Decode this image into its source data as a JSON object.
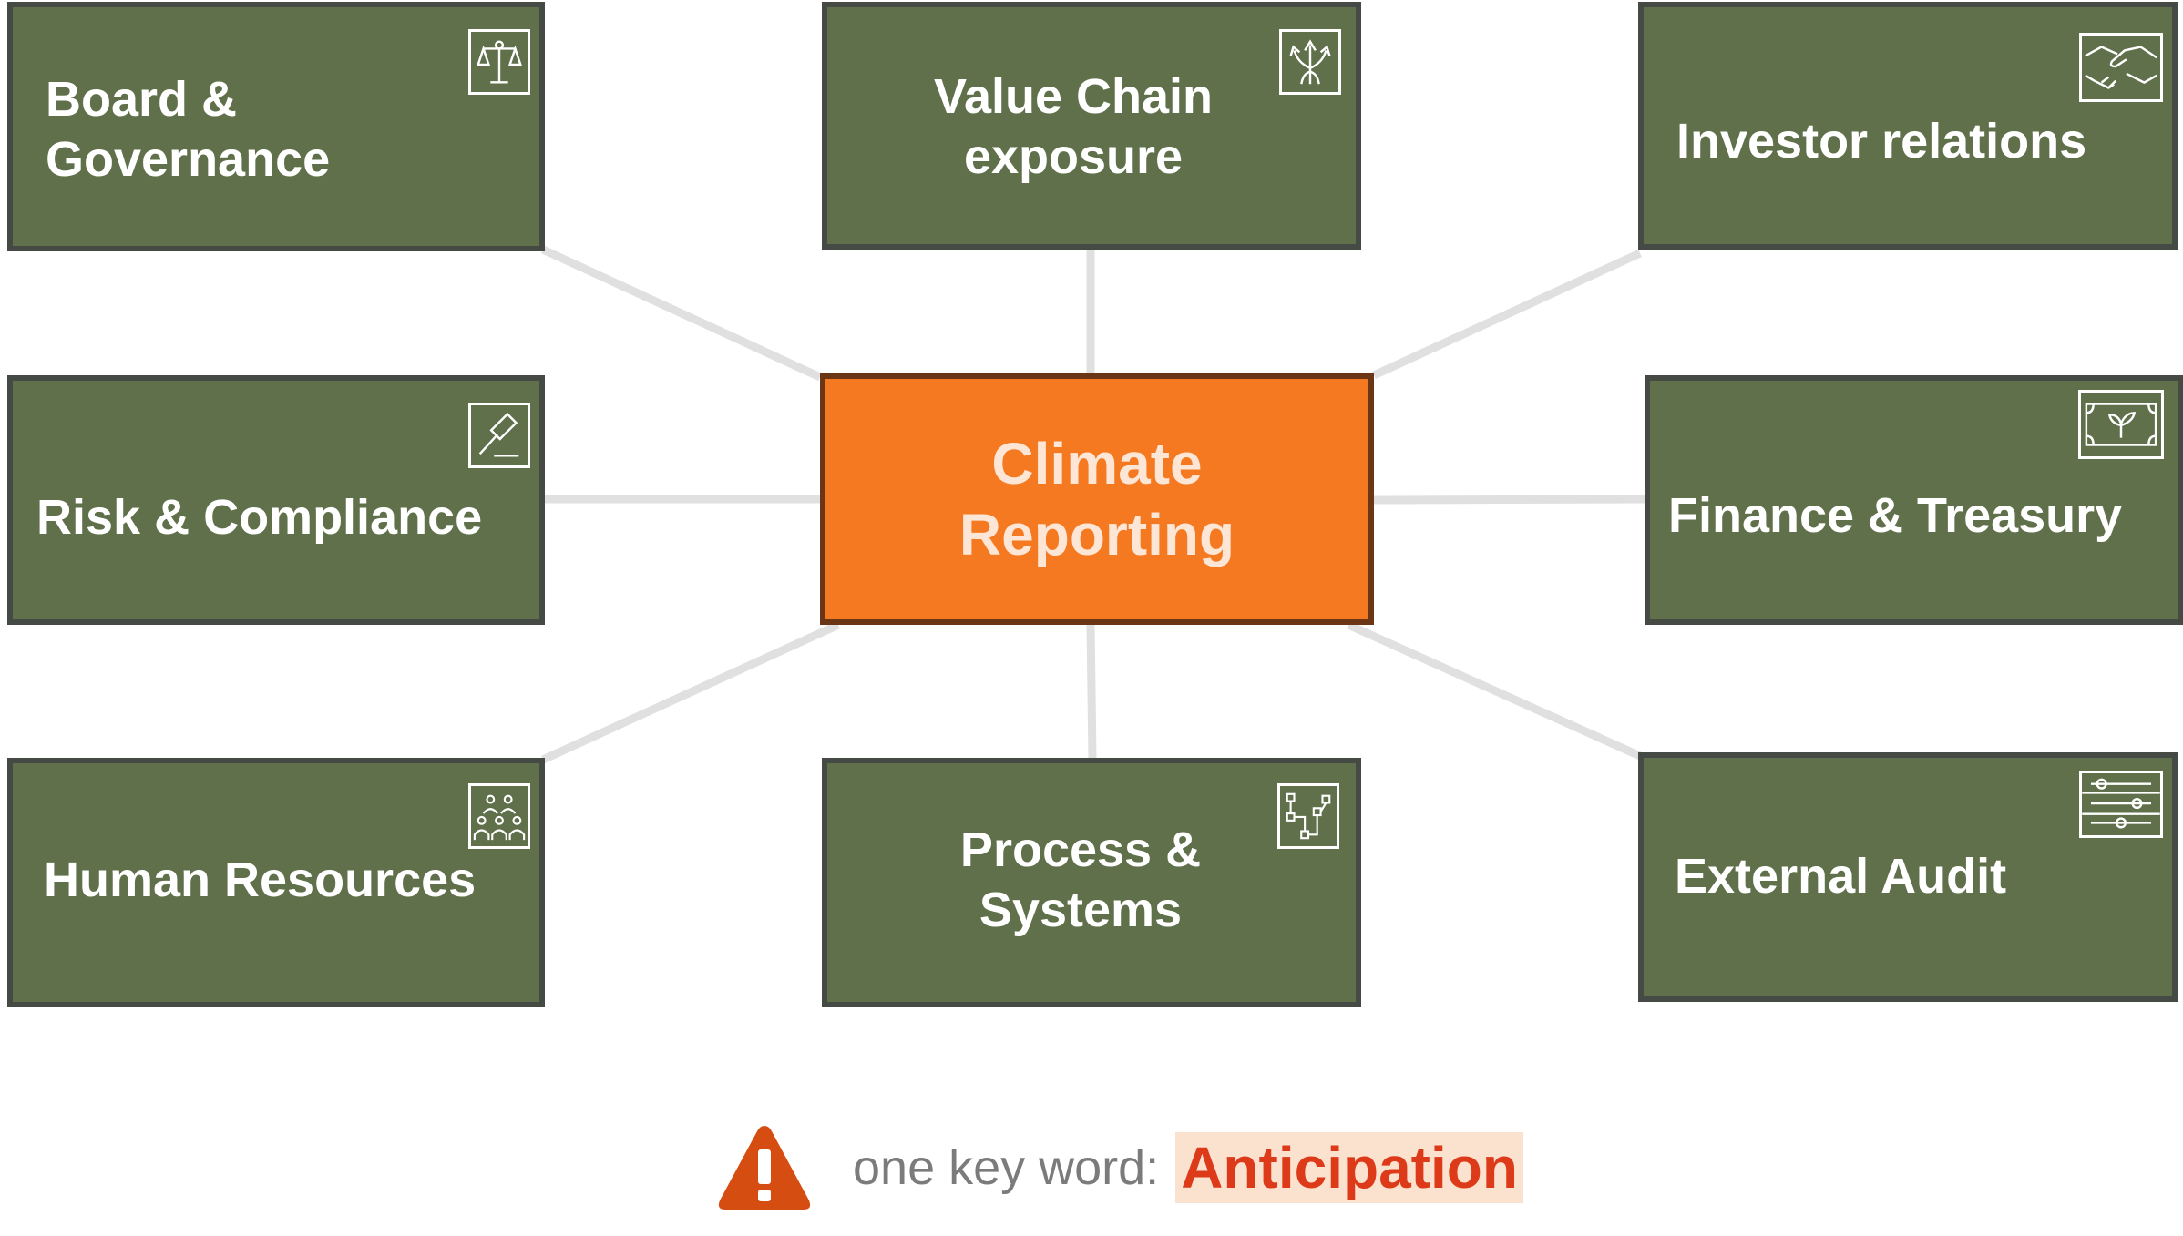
{
  "colors": {
    "node_fill": "#5f704a",
    "node_border": "#454a44",
    "hub_fill": "#f47920",
    "hub_border": "#6b3616",
    "hub_text": "#fde6d5",
    "connector": "#e0e0e0",
    "warning": "#d64d12",
    "keyword_text": "#dd3a1a",
    "keyword_bg": "#fbe2cf",
    "footer_text": "#7b7b7b"
  },
  "hub": {
    "label": "Climate\nReporting"
  },
  "nodes": {
    "board_governance": {
      "label": "Board &\nGovernance",
      "icon": "scales-icon"
    },
    "value_chain": {
      "label": "Value Chain\nexposure",
      "icon": "branching-arrows-icon"
    },
    "investor_relations": {
      "label": "Investor relations",
      "icon": "handshake-icon"
    },
    "risk_compliance": {
      "label": "Risk & Compliance",
      "icon": "gavel-icon"
    },
    "finance_treasury": {
      "label": "Finance & Treasury",
      "icon": "banknote-plant-icon"
    },
    "human_resources": {
      "label": "Human Resources",
      "icon": "people-group-icon"
    },
    "process_systems": {
      "label": "Process &\nSystems",
      "icon": "process-flow-icon"
    },
    "external_audit": {
      "label": "External Audit",
      "icon": "sliders-icon"
    }
  },
  "footer": {
    "icon": "warning-icon",
    "prefix": "one key word:",
    "keyword": "Anticipation"
  }
}
